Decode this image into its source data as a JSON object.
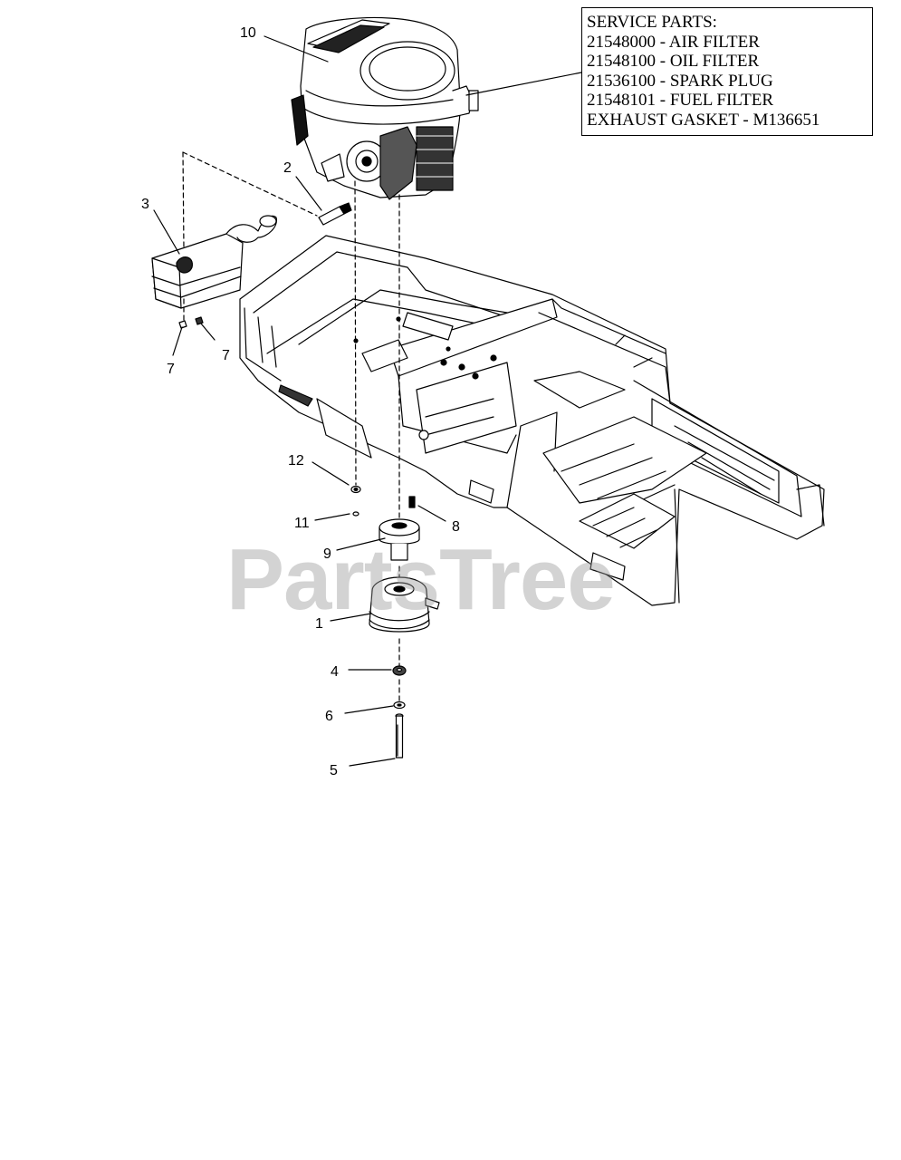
{
  "service_parts": {
    "title": "SERVICE PARTS:",
    "items": [
      "21548000 - AIR FILTER",
      "21548100 - OIL FILTER",
      "21536100 - SPARK PLUG",
      "21548101 - FUEL FILTER",
      "EXHAUST GASKET - M136651"
    ]
  },
  "callouts": {
    "c10": "10",
    "c2": "2",
    "c3": "3",
    "c7a": "7",
    "c7b": "7",
    "c12": "12",
    "c11": "11",
    "c8": "8",
    "c9": "9",
    "c1": "1",
    "c4": "4",
    "c6": "6",
    "c5": "5"
  },
  "watermark": "PartsTree"
}
